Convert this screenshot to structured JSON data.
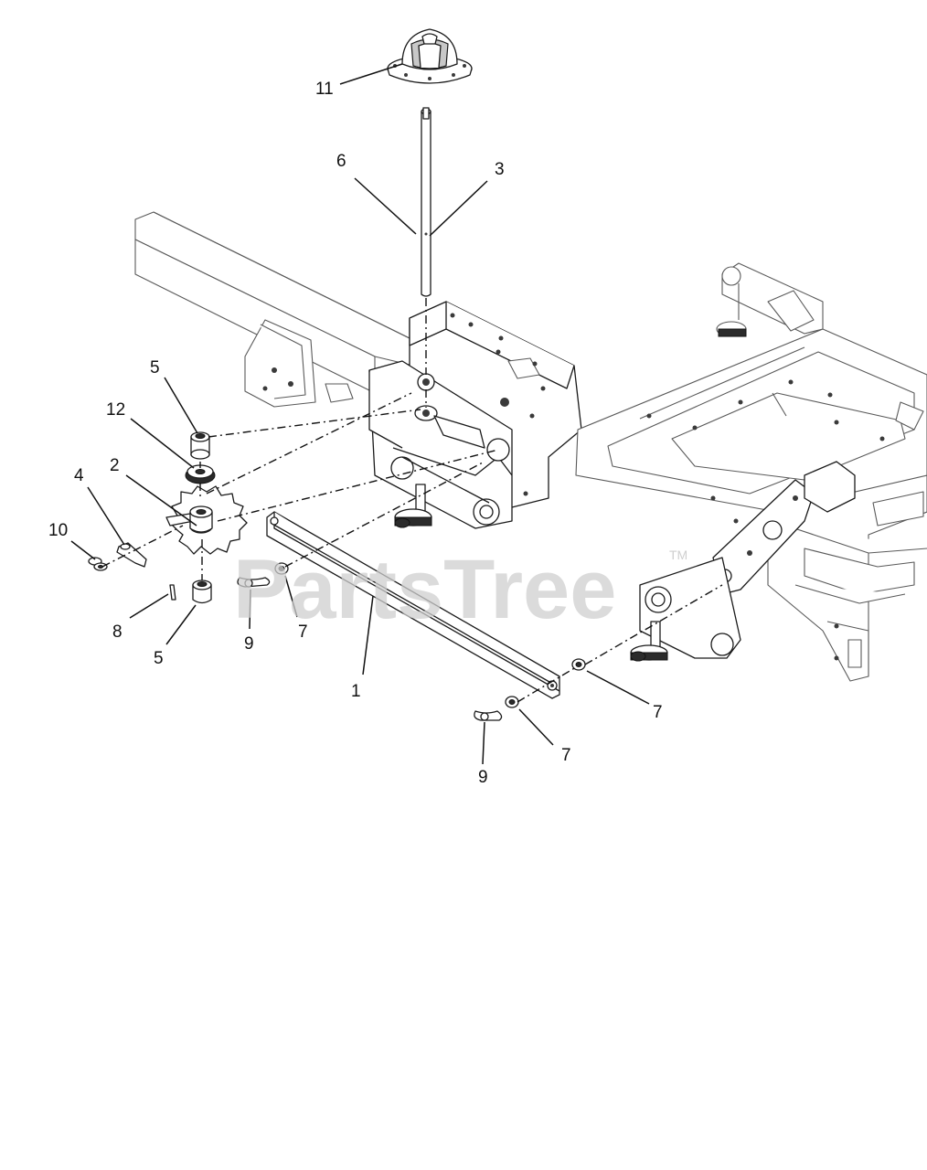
{
  "watermark": {
    "text": "PartsTree",
    "trademark": "TM"
  },
  "callouts": [
    {
      "id": "c11",
      "label": "11"
    },
    {
      "id": "c6",
      "label": "6"
    },
    {
      "id": "c3",
      "label": "3"
    },
    {
      "id": "c5a",
      "label": "5"
    },
    {
      "id": "c12",
      "label": "12"
    },
    {
      "id": "c4",
      "label": "4"
    },
    {
      "id": "c2",
      "label": "2"
    },
    {
      "id": "c10",
      "label": "10"
    },
    {
      "id": "c8",
      "label": "8"
    },
    {
      "id": "c5b",
      "label": "5"
    },
    {
      "id": "c9a",
      "label": "9"
    },
    {
      "id": "c7a",
      "label": "7"
    },
    {
      "id": "c1",
      "label": "1"
    },
    {
      "id": "c7b",
      "label": "7"
    },
    {
      "id": "c7c",
      "label": "7"
    },
    {
      "id": "c9b",
      "label": "9"
    }
  ],
  "colors": {
    "line": "#1a1a1a",
    "watermark": "#cfcfcf",
    "background": "#ffffff"
  }
}
